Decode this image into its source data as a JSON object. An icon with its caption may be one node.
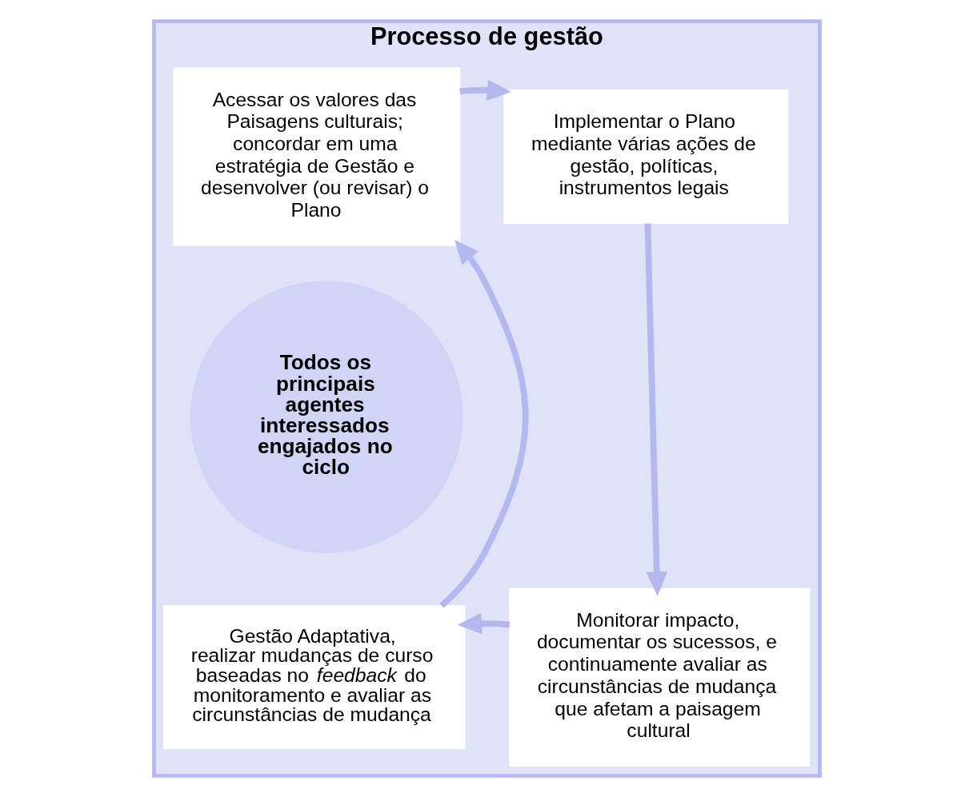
{
  "diagram": {
    "nodes": [
      {
        "text": [
          "Processo de gestão"
        ]
      },
      {
        "text": [
          "Acessar os valores das Paisagens culturais; concordar em uma estratégia de Gestão e desenvolver (ou revisar) o Plano"
        ],
        "in": 0
      },
      {
        "text": [
          "Implementar o Plano mediante várias ações de gestão, políticas, instrumentos legais"
        ],
        "in": 0
      },
      {
        "text": [
          "Todos os principais agentes interessados engajados no ciclo"
        ],
        "in": 0
      },
      {
        "text": [
          "Gestão Adaptativa, realizar mudanças de curso baseadas no *feedback* do monitoramento e avaliar as circunstâncias de mudança"
        ],
        "in": 0
      },
      {
        "text": [
          "Monitorar impacto, documentar os sucessos, e continuamente avaliar as circunstâncias de mudança que afetam a paisagem cultural"
        ],
        "in": 0
      }
    ],
    "edges": [
      {
        "from": 1,
        "to": 2,
        "arrow": "to"
      },
      {
        "from": 2,
        "to": 5,
        "arrow": "to"
      },
      {
        "from": 5,
        "to": 4,
        "arrow": "to"
      },
      {
        "from": 4,
        "to": 1,
        "arrow": "to"
      }
    ]
  }
}
